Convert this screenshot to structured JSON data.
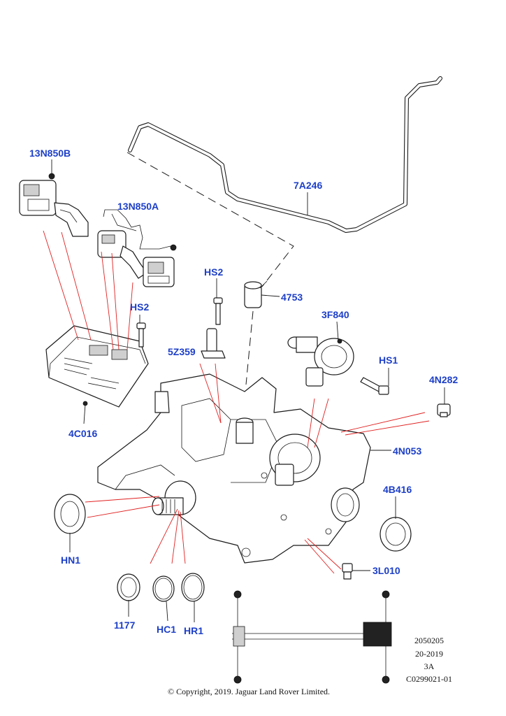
{
  "callouts": {
    "c13N850B": "13N850B",
    "c13N850A": "13N850A",
    "c7A246": "7A246",
    "cHS2_top": "HS2",
    "c4753": "4753",
    "cHS2_left": "HS2",
    "c3F840": "3F840",
    "c5Z359": "5Z359",
    "cHS1": "HS1",
    "c4N282": "4N282",
    "c4C016": "4C016",
    "c4N053": "4N053",
    "c4B416": "4B416",
    "cHN1": "HN1",
    "c3L010": "3L010",
    "c1177": "1177",
    "cHC1": "HC1",
    "cHR1": "HR1"
  },
  "reference": {
    "line1": "2050205",
    "line2": "20-2019",
    "line3": "3A",
    "line4": "C0299021-01"
  },
  "copyright": "© Copyright, 2019. Jaguar Land Rover Limited.",
  "colors": {
    "callout": "#1d3fc8",
    "leader": "#e02020",
    "line": "#1a1a1a"
  }
}
